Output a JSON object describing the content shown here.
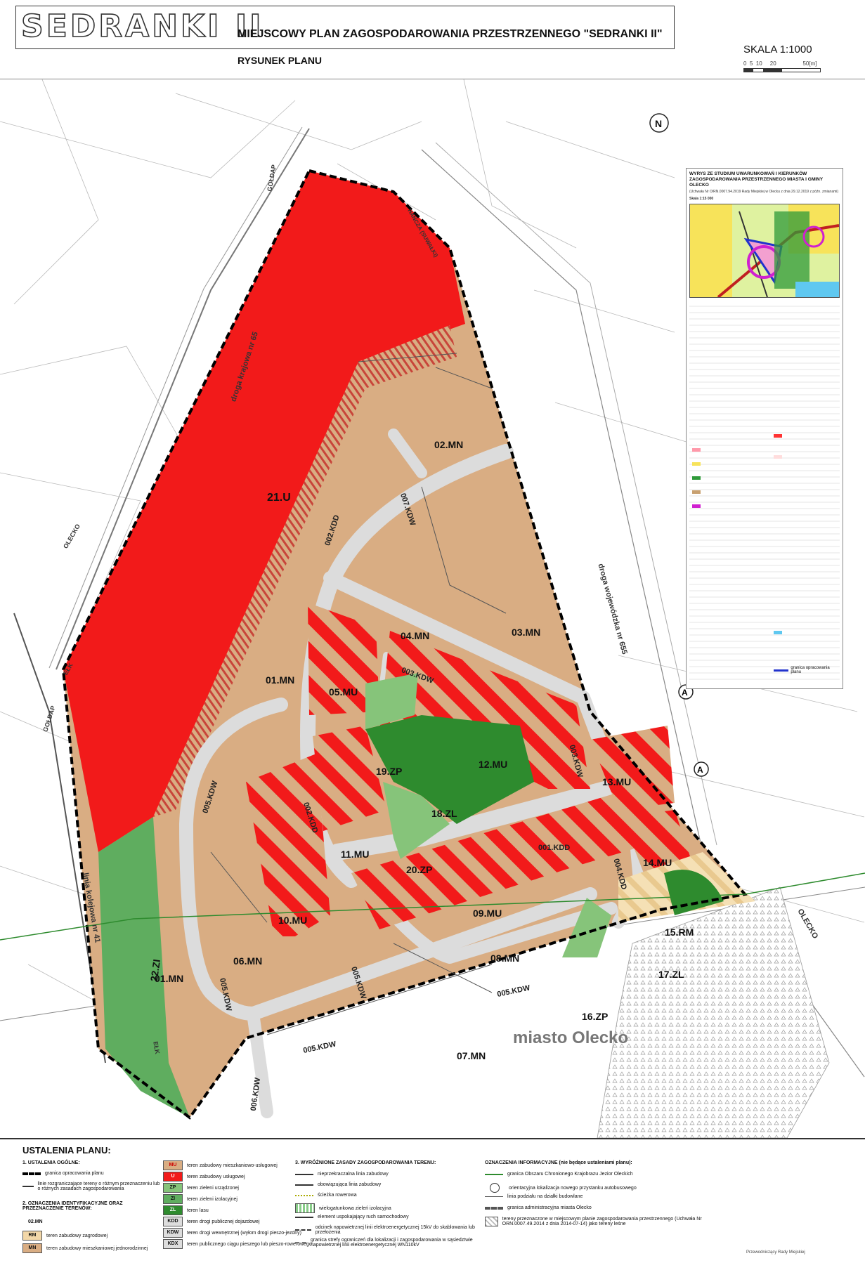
{
  "header": {
    "big_title": "SEDRANKI II",
    "plan_title": "MIEJSCOWY PLAN ZAGOSPODAROWANIA PRZESTRZENNEGO \"SEDRANKI II\"",
    "plan_subtitle": "RYSUNEK PLANU",
    "scale": "SKALA 1:1000",
    "scalebar_ticks": "0  5  10     20                 50[m]"
  },
  "inset": {
    "title": "WYRYS ZE STUDIUM UWARUNKOWAŃ I KIERUNKÓW ZAGOSPODAROWANIA PRZESTRZENNEGO MIASTA I GMINY OLECKO",
    "note": "(Uchwała Nr O/RN.0007.94.2019 Rady Miejskiej w Olecku z dnia 29.12.2019 z późn. zmianami)",
    "scale": "Skala 1:15 000",
    "plan_boundary": "granica opracowania planu"
  },
  "map": {
    "colors": {
      "mn": "#d9ad83",
      "u": "#f21a1a",
      "zl": "#2e8b2e",
      "zp": "#86c47a",
      "zi": "#5fad5f",
      "road": "#dcdcdc",
      "rm": "#f2d7a8"
    },
    "zones": {
      "u21": "21.U",
      "mn01a": "01.MN",
      "mn01b": "01.MN",
      "mn02": "02.MN",
      "mn03": "03.MN",
      "mn04": "04.MN",
      "mu05": "05.MU",
      "mn06": "06.MN",
      "mn07": "07.MN",
      "mn08": "08.MN",
      "mu09": "09.MU",
      "mu10": "10.MU",
      "mu11": "11.MU",
      "mu12": "12.MU",
      "mu13": "13.MU",
      "mu14": "14.MU",
      "rm15": "15.RM",
      "zp16": "16.ZP",
      "zl17": "17.ZL",
      "zl18": "18.ZL",
      "zp19": "19.ZP",
      "zp20": "20.ZP",
      "zi22": "22.ZI"
    },
    "roads": {
      "kdd001": "001.KDD",
      "kdd002a": "002.KDD",
      "kdd002b": "002.KDD",
      "kdw003": "003.KDW",
      "kdw003b": "003.KDW",
      "kdd004": "004.KDD",
      "kdw005a": "005.KDW",
      "kdw005b": "005.KDW",
      "kdw005c": "005.KDW",
      "kdw005d": "005.KDW",
      "kdw005e": "005.KDW",
      "kdw006": "006.KDW",
      "kdw007": "007.KDW"
    },
    "streets": {
      "droga_krajowa": "droga krajowa nr 65",
      "droga_wojewodzka": "droga wojewódzka nr 655",
      "linia_kolejowa": "linia kolejowa nr 41",
      "goldap_a": "GOŁDAP",
      "goldap_b": "GOŁDAP",
      "elk_a": "EŁK",
      "elk_b": "EŁK",
      "olecko_a": "OLECKO",
      "olecko_b": "OLECKO",
      "hancza": "HAŃCZA (SUWAŁKI)"
    },
    "city_label": "miasto Olecko",
    "north": "N",
    "marker": "A"
  },
  "legend": {
    "title": "USTALENIA PLANU:",
    "sec1": "1. USTALENIA OGÓLNE:",
    "sec1_items": [
      "granica opracowania planu",
      "linie rozgraniczające tereny o różnym przeznaczeniu lub o różnych zasadach zagospodarowania"
    ],
    "sec2": "2. OZNACZENIA IDENTYFIKACYJNE ORAZ PRZEZNACZENIE TERENÓW:",
    "sec2_code_example": "02.MN",
    "sec2_rows": [
      {
        "code": "RM",
        "label": "teren zabudowy zagrodowej"
      },
      {
        "code": "MN",
        "label": "teren zabudowy mieszkaniowej jednorodzinnej"
      }
    ],
    "codes": [
      {
        "code": "MU",
        "label": "teren zabudowy mieszkaniowo-usługowej"
      },
      {
        "code": "U",
        "label": "teren zabudowy usługowej"
      },
      {
        "code": "ZP",
        "label": "teren zieleni urządzonej"
      },
      {
        "code": "ZI",
        "label": "teren zieleni izolacyjnej"
      },
      {
        "code": "ZL",
        "label": "teren lasu"
      },
      {
        "code": "KDD",
        "label": "teren drogi publicznej dojazdowej"
      },
      {
        "code": "KDW",
        "label": "teren drogi wewnętrznej (wyłom drogi pieszo-jezdny)"
      },
      {
        "code": "KDX",
        "label": "teren publicznego ciągu pieszego lub pieszo-rowerowego"
      }
    ],
    "sec3": "3. WYRÓŻNIONE ZASADY ZAGOSPODAROWANIA TERENU:",
    "sec3_items": [
      "nieprzekraczalna linia zabudowy",
      "obowiązująca linia zabudowy",
      "ścieżka rowerowa",
      "wielogatunkowa zieleń izolacyjna",
      "element uspokajający ruch samochodowy",
      "odcinek napowietrznej linii elektroenergetycznej 15kV do skablowania lub przełożenia",
      "granica strefy ograniczeń dla lokalizacji i zagospodarowania w sąsiedztwie napowietrznej linii elektroenergetycznej WN110kV"
    ],
    "sec4": "OZNACZENIA INFORMACYJNE (nie będące ustaleniami planu):",
    "sec4_items": [
      "granica Obszaru Chronionego Krajobrazu Jezior Oleckich",
      "orientacyjna lokalizacja nowego przystanku autobusowego",
      "linia podziału na działki budowlane",
      "granica administracyjna miasta Olecko",
      "tereny przeznaczone w miejscowym planie zagospodarowania przestrzennego (Uchwała Nr ORN.0007.49.2014 z dnia 2014-07-14) jako tereny leśne"
    ],
    "footer": "Przewodniczący Rady Miejskiej"
  }
}
